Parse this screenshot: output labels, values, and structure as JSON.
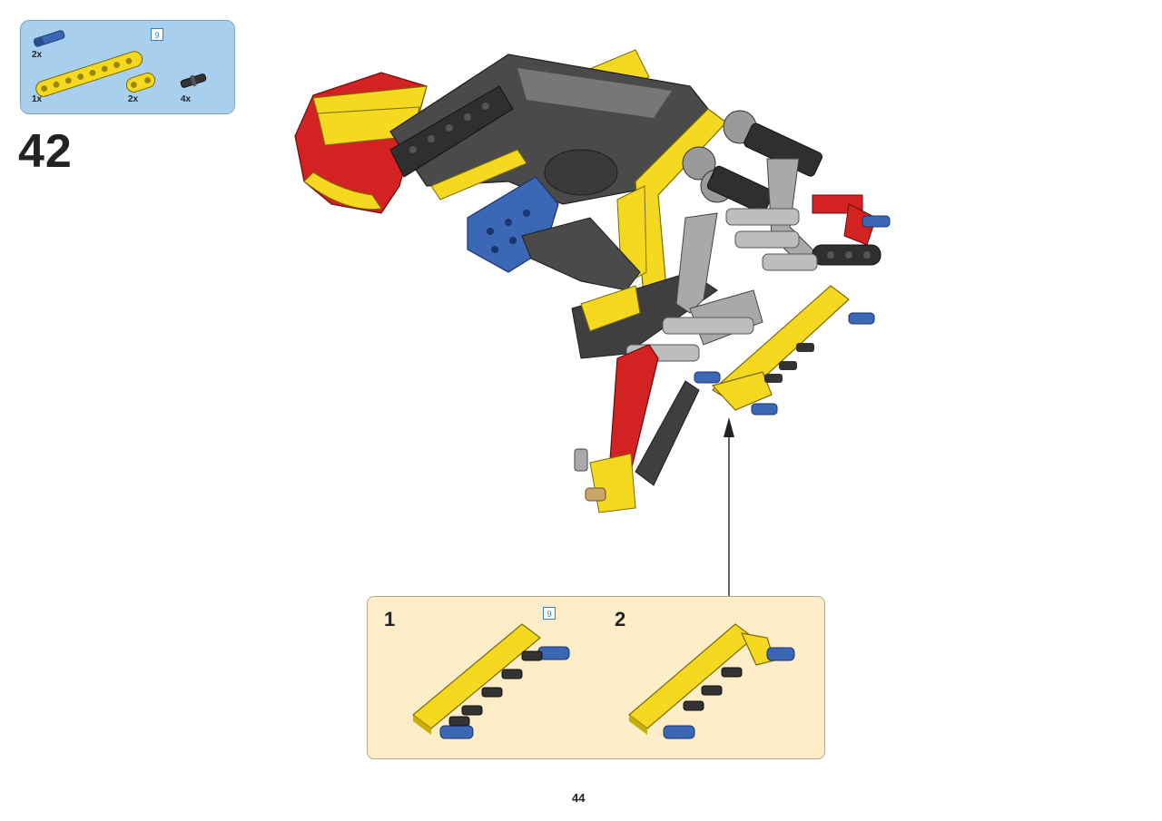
{
  "step": {
    "number": "42"
  },
  "parts_list": {
    "items": [
      {
        "name": "blue-axle-pin",
        "qty": "2x",
        "color": "#3b67b5"
      },
      {
        "name": "yellow-liftarm-9",
        "qty": "1x",
        "color": "#f5d820",
        "length_badge": "9"
      },
      {
        "name": "yellow-liftarm-2",
        "qty": "2x",
        "color": "#f5d820"
      },
      {
        "name": "black-friction-pin",
        "qty": "4x",
        "color": "#333333"
      }
    ]
  },
  "callout": {
    "sub_steps": [
      {
        "number": "1",
        "length_badge": "9"
      },
      {
        "number": "2"
      }
    ]
  },
  "page": {
    "number": "44"
  },
  "colors": {
    "parts_bg": "#a8d0ee",
    "callout_bg": "#fdedc8",
    "yellow": "#f5d820",
    "red": "#d32222",
    "dark_gray": "#4a4a4a",
    "light_gray": "#a9a9a9",
    "blue": "#3b67b5"
  }
}
